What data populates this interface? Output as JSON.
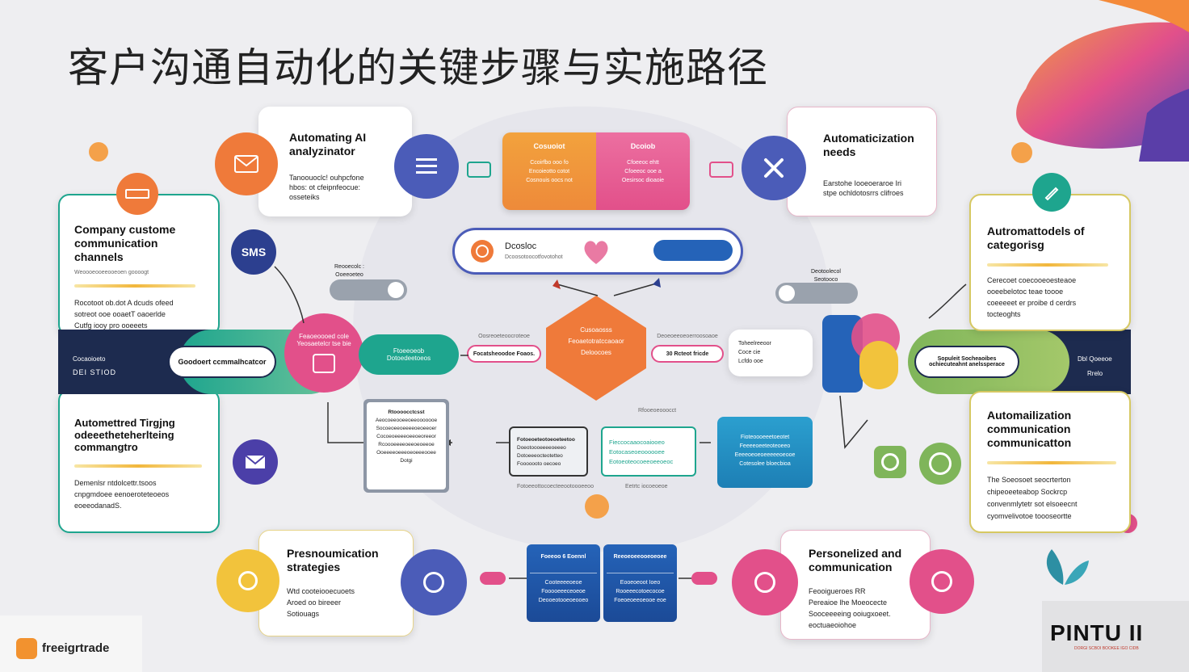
{
  "title": "客户沟通自动化的关键步骤与实施路径",
  "top_left_card": {
    "title": "Automating AI analyzinator",
    "body_line1": "Tanoouoclc! ouhpcfone",
    "body_line2": "hbos: ot cfeipnfeocue:",
    "body_line3": "osseteiks"
  },
  "top_right_card": {
    "title": "Automaticization needs",
    "body_line1": "Earstohe Iooeoeraroe Iri",
    "body_line2": "stpe ochldotosrrs clifroes"
  },
  "top_center": {
    "label_left": "Cosuoiot",
    "label_right": "Dcoiob",
    "body_left_1": "Ccoirfbo ooo fo",
    "body_left_2": "Encoieotto cotot",
    "body_left_3": "Cosnouis oocs not",
    "body_right_1": "Cfoeeoc ehtt",
    "body_right_2": "Cfoeeoc ooe a",
    "body_right_3": "Oesirsoc dioaoie"
  },
  "search_bar": {
    "label": "Dcosloc",
    "sublabel": "Dcoosotoocotfovotohot",
    "button": ""
  },
  "left_card_1": {
    "title": "Company custome communication channels",
    "subtitle": "Weoooeooeeooeoen goooogt",
    "body_line1": "Rocotoot ob.dot A dcuds ofeed",
    "body_line2": "sotreot ooe ooaetT oaoerlde",
    "body_line3": "Cutfg iooy pro ooeeets"
  },
  "left_card_2": {
    "title": "Automettred Tirgjng odeeetheteherlteing commangtro",
    "body_line1": "Demenlsr ntdolcettr.tsoos",
    "body_line2": "cnpgmdoee eenoeroteteoeos",
    "body_line3": "eoeeodanadS."
  },
  "right_card_1": {
    "title": "Autromattodels of categorisg",
    "body_line1": "Cerecoet coecooeoesteaoe",
    "body_line2": "ooeebelotoc teae toooe",
    "body_line3": "coeeeeet er proibe d cerdrs",
    "body_line4": "tocteoghts"
  },
  "right_card_2": {
    "title": "Automailization communication communicatton",
    "body_line1": "The Soeosoet seocrterton",
    "body_line2": "chipeoeeteabop Sockrcp",
    "body_line3": "convenmlytetr sot elsoeecnt",
    "body_line4": "cyomvelivotoe toooseortte"
  },
  "left_band": {
    "text_1": "Cocaoioeto",
    "text_2": "DEI STIOD",
    "pill": "Goodoert ccmmalhcatcor"
  },
  "right_band": {
    "text_1": "Dbl Qoeeoe",
    "text_2": "Rrelo",
    "pill": "Sopuleit Socheaoibes ochiecuteahnt anelssperace"
  },
  "sms_badge": "SMS",
  "center_hex": {
    "line1": "Cusoaosss",
    "line2": "Feoaetotratccaoaor",
    "line3": "Deloocoes"
  },
  "center_left_pink": {
    "line1": "Feaoeoooed cole",
    "line2": "Yeosaetelcr tse bie"
  },
  "center_left_teal": {
    "line1": "Ftoeeoeob",
    "line2": "Dotoedeetoeos"
  },
  "center_left_note": {
    "line1": "Oosreoeteoocroteoe",
    "line2": "Focatsheoodoe Foaos."
  },
  "center_right_note": {
    "line1": "Deoeoeeoeoerroosoaoe",
    "line2": "30 Rcteot fricde"
  },
  "center_right_white": {
    "line1": "Toheelreeoor",
    "line2": "Coce cie",
    "line3": "Lcfdo ooe"
  },
  "left_mini_label": {
    "line1": "Reooecolc :",
    "line2": "Ooeeoeteo"
  },
  "right_mini_label": {
    "line1": "Deotoolecol",
    "line2": "Seotooco"
  },
  "doc_panel_left": {
    "title": "Rtoooocctcsst",
    "line1": "Aeocoeeooeeoeeooooooe",
    "line2": "Socoeoeeoeeeeoeoeeoer",
    "line3": "Cocoeoeeeeoeeoeoreeor",
    "line4": "Rcoooeeeeoeeoeoeeoe",
    "line5": "Ooeeeeoeeeoeoeeeooee",
    "line6": "Dotgi"
  },
  "doc_panel_mid": {
    "title": "Fotoeoeteotoeoeteetoo",
    "line1": "Doeotoooeeeeoeeeo",
    "line2": "Dotoeeeocteotetteo",
    "line3": "Fooooooto oecoeo",
    "caption": "Fotoeeottocoecteeootoooeeoo"
  },
  "doc_panel_teal": {
    "title": "Fieccocaaocoaiooeo",
    "line1": "Eotocaseoeoooooee",
    "line2": "Eotoeoteocoeeoeeoeoc",
    "caption": "Eetrtc iocoeoeoe",
    "top_caption": "Rfooeoeooocct"
  },
  "doc_panel_blue": {
    "line1": "Fioteoooeeetoeotet",
    "line2": "Feeeeoeeteoteoeeo",
    "line3": "Eeeeoeoeoeeeeeoeooe",
    "line4": "Cotesolee bloecbioa"
  },
  "bottom_left_card": {
    "title": "Presnoumication strategies",
    "body_line1": "Wtd cooteiooecuoets",
    "body_line2": "Aroed oo bireeer",
    "body_line3": "Sotiouags"
  },
  "bottom_right_card": {
    "title": "Personelized and communication",
    "body_line1": "Feooigueroes RR",
    "body_line2": "Pereaioe lhe Moeocecte",
    "body_line3": "Sooceeeeing ooiugxoeet.",
    "body_line4": "eoctuaeoiohoe"
  },
  "bottom_center": {
    "left_head": "Foeeoo 6 Eoennl",
    "right_head": "Reeoeoeeooeoeoee",
    "left_line1": "Cooteeeeoeoe",
    "left_line2": "Fooooeeeceoeoe",
    "left_line3": "Deooeotooeoeooeo",
    "right_line1": "Eooeoeoot Ioeo",
    "right_line2": "Rooeeecotoecocoe",
    "right_line3": "Foeoeoeeoeooe eoe"
  },
  "brand_left": "freeigrtrade",
  "brand_right": {
    "name": "PINTU II",
    "sub": "DORGI SCBOI BOOKEE IGO CIDB"
  },
  "colors": {
    "orange": "#f18a42",
    "pink": "#e2508a",
    "teal": "#1ea58e",
    "blue_purple": "#4b5cb8",
    "navy": "#1d2b4f",
    "yellow": "#f2c33c",
    "green": "#7fb55a"
  },
  "icons": [
    "envelope-icon",
    "list-icon",
    "close-icon",
    "pen-icon",
    "sms-icon",
    "mail-icon",
    "bulb-icon",
    "bag-icon",
    "chat-icon",
    "speaker-icon"
  ]
}
